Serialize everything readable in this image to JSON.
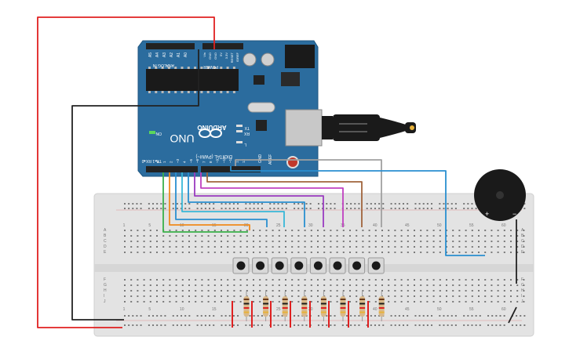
{
  "arduino": {
    "brand": "ARDUINO",
    "model": "UNO",
    "on_label": "ON",
    "tx_label": "TX",
    "rx_label": "RX",
    "l_label": "L",
    "digital_label": "DIGITAL (PWM~)",
    "aref_label": "AREF",
    "gnd_label": "GND",
    "txrx_label": "TX▸1 RX◂0",
    "power_label": "POWER",
    "analog_label": "ANALOG IN",
    "analog_pins": [
      "A0",
      "A1",
      "A2",
      "A3",
      "A4",
      "A5"
    ],
    "power_pins": [
      "IOREF",
      "RESET",
      "3.3V",
      "5V",
      "GND",
      "GND",
      "Vin"
    ],
    "digital_pins": [
      "13",
      "12",
      "~11",
      "~10",
      "~9",
      "8",
      "7",
      "~6",
      "~5",
      "4",
      "~3",
      "2",
      "1",
      "0"
    ]
  },
  "breadboard": {
    "column_numbers": [
      "1",
      "5",
      "10",
      "15",
      "20",
      "25",
      "30",
      "35",
      "40",
      "45",
      "50",
      "55",
      "60"
    ],
    "row_letters_top": [
      "A",
      "B",
      "C",
      "D",
      "E"
    ],
    "row_letters_bottom": [
      "F",
      "G",
      "H",
      "I",
      "J"
    ]
  },
  "buzzer": {
    "plus": "+",
    "minus": "−"
  },
  "colors": {
    "board": "#2b6c9e",
    "breadboard": "#e4e4e4",
    "wire_red": "#e02020",
    "wire_black": "#222222",
    "wire_gray": "#a0a0a0",
    "wire_blue": "#2a8fd0",
    "wire_brown": "#a0643c",
    "wire_purple": "#9a3bc0",
    "wire_violet": "#c040c0",
    "wire_cyan": "#38b8d8",
    "wire_orange": "#f08a1c",
    "wire_green": "#3ab04a"
  }
}
